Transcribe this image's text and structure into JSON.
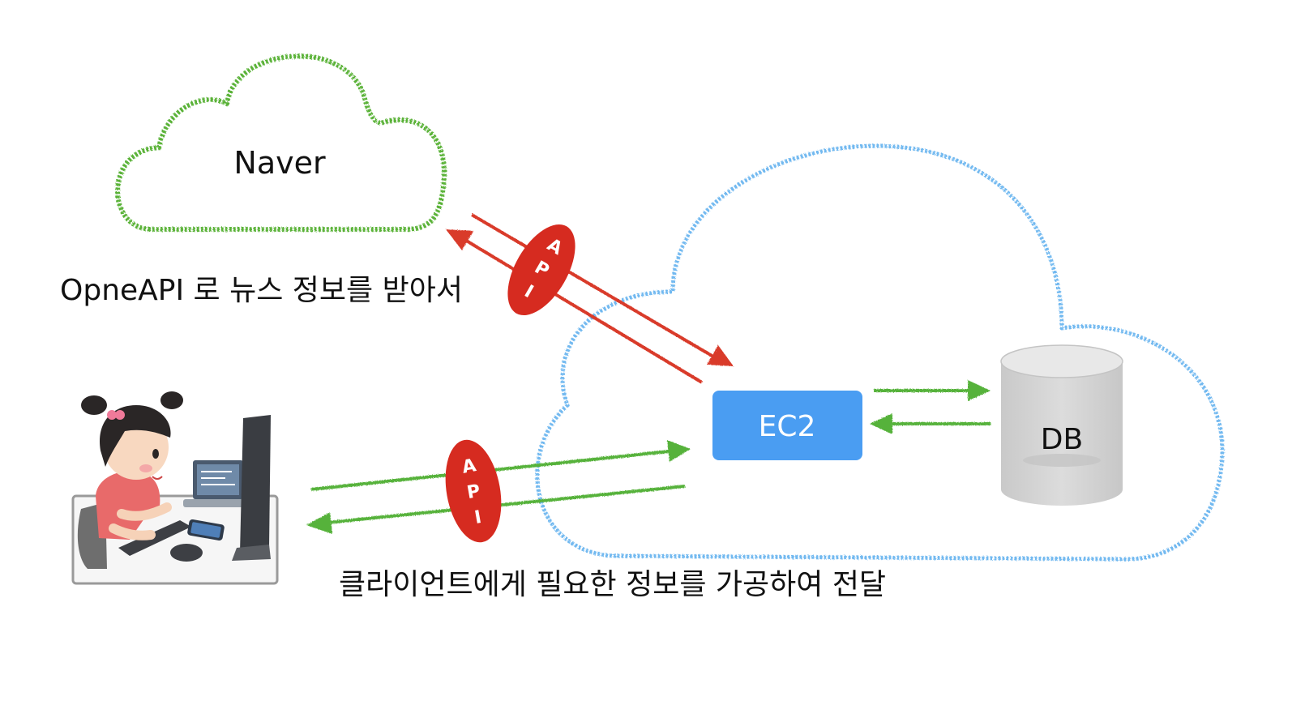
{
  "colors": {
    "naver_cloud": "#5ab237",
    "aws_cloud": "#72b9f0",
    "api_arrow": "#d93b2b",
    "data_arrow": "#56b23a",
    "api_badge": "#d62b20",
    "ec2_box": "#4a9df2",
    "db_body": "#d5d5d5",
    "db_top": "#e6e6e6"
  },
  "naver": {
    "label": "Naver"
  },
  "ec2": {
    "label": "EC2"
  },
  "db": {
    "label": "DB"
  },
  "api_badge_top": {
    "letters": [
      "A",
      "P",
      "I"
    ]
  },
  "api_badge_bottom": {
    "letters": [
      "A",
      "P",
      "I"
    ]
  },
  "captions": {
    "naver_fetch": "OpneAPI 로 뉴스 정보를 받아서",
    "client_delivery": "클라이언트에게 필요한 정보를 가공하여 전달"
  },
  "icons": {
    "client": "girl-at-computer-icon",
    "database": "database-cylinder-icon"
  }
}
